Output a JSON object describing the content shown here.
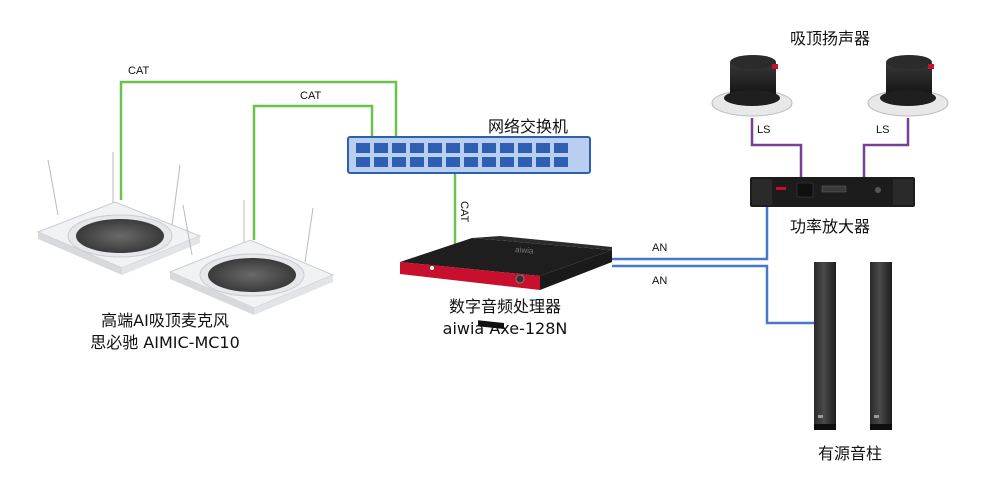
{
  "diagram": {
    "nodes": {
      "ceiling_speakers": {
        "label": "吸顶扬声器"
      },
      "network_switch": {
        "label": "网络交换机"
      },
      "power_amplifier": {
        "label": "功率放大器"
      },
      "dsp": {
        "label_line1": "数字音频处理器",
        "label_line2": "aiwia Axe-128N"
      },
      "microphones": {
        "label_line1": "高端AI吸顶麦克风",
        "label_line2": "思必驰 AIMIC-MC10"
      },
      "column_speakers": {
        "label": "有源音柱"
      }
    },
    "edges": {
      "cat_mic1": "CAT",
      "cat_mic2": "CAT",
      "cat_switch_dsp": "CAT",
      "an_to_amp": "AN",
      "an_to_columns": "AN",
      "ls_left": "LS",
      "ls_right": "LS"
    },
    "colors": {
      "cat_line": "#6cc24a",
      "an_line": "#4a78c8",
      "ls_line": "#7a3f96",
      "switch_body": "#b9cff0",
      "switch_port": "#2f5fb3",
      "dsp_accent": "#c8102e"
    }
  }
}
